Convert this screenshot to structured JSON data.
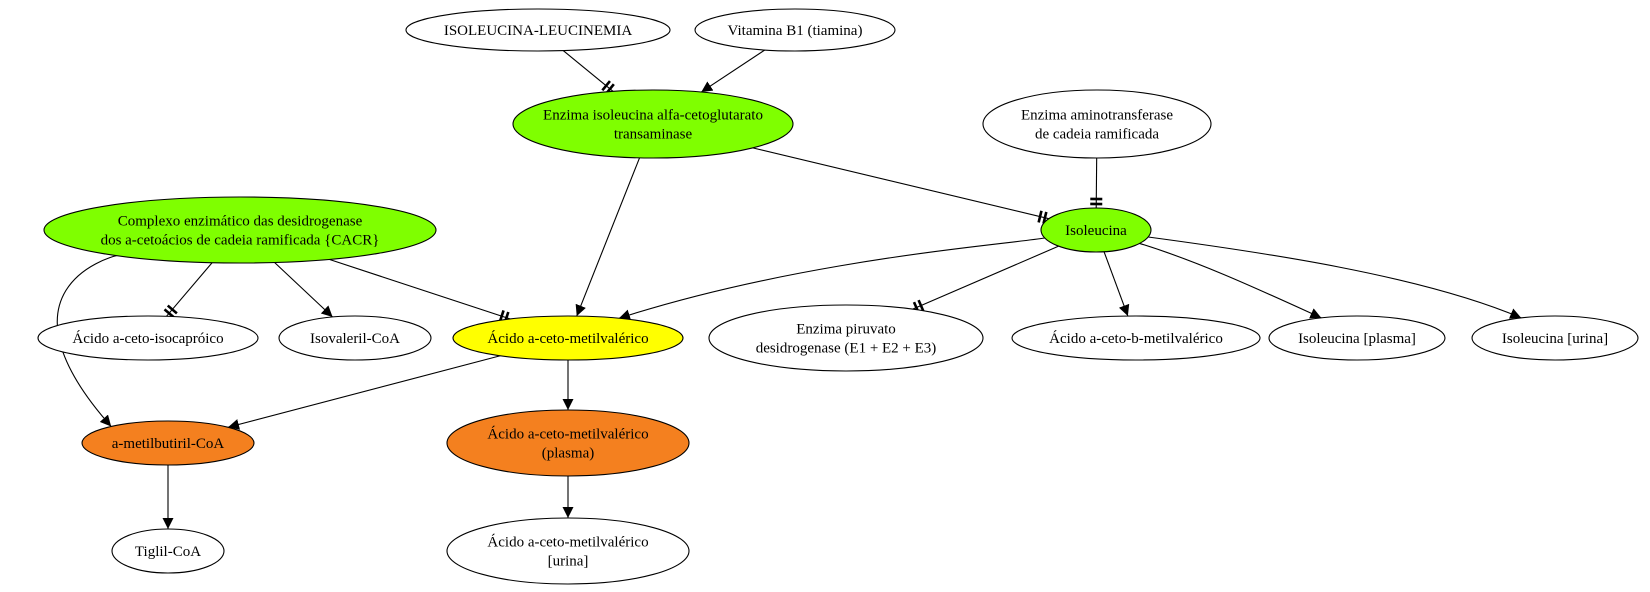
{
  "colors": {
    "white": "#ffffff",
    "green": "#7fff00",
    "yellow": "#ffff00",
    "orange": "#f4801f",
    "stroke": "#000000"
  },
  "nodes": {
    "isoleucina_leucinemia": {
      "lines": [
        "ISOLEUCINA-LEUCINEMIA"
      ],
      "color": "white"
    },
    "vitamina_b1": {
      "lines": [
        "Vitamina B1 (tiamina)"
      ],
      "color": "white"
    },
    "enzima_transaminase": {
      "lines": [
        "Enzima isoleucina alfa-cetoglutarato",
        "transaminase"
      ],
      "color": "green"
    },
    "enzima_aminotransferase": {
      "lines": [
        "Enzima aminotransferase",
        "de cadeia ramificada"
      ],
      "color": "white"
    },
    "complexo_enzimatico": {
      "lines": [
        "Complexo enzimático das desidrogenase",
        "dos a-cetoácios de cadeia ramificada {CACR}"
      ],
      "color": "green"
    },
    "isoleucina": {
      "lines": [
        "Isoleucina"
      ],
      "color": "green"
    },
    "acido_isocaproico": {
      "lines": [
        "Ácido a-ceto-isocapróico"
      ],
      "color": "white"
    },
    "isovaleril_coa": {
      "lines": [
        "Isovaleril-CoA"
      ],
      "color": "white"
    },
    "acido_metilvalerico": {
      "lines": [
        "Ácido a-ceto-metilvalérico"
      ],
      "color": "yellow"
    },
    "enzima_piruvato": {
      "lines": [
        "Enzima piruvato",
        "desidrogenase (E1 + E2 + E3)"
      ],
      "color": "white"
    },
    "acido_b_metilvalerico": {
      "lines": [
        "Ácido a-ceto-b-metilvalérico"
      ],
      "color": "white"
    },
    "isoleucina_plasma": {
      "lines": [
        "Isoleucina [plasma]"
      ],
      "color": "white"
    },
    "isoleucina_urina": {
      "lines": [
        "Isoleucina [urina]"
      ],
      "color": "white"
    },
    "metilbutiril_coa": {
      "lines": [
        "a-metilbutiril-CoA"
      ],
      "color": "orange"
    },
    "acido_metilvalerico_plasma": {
      "lines": [
        "Ácido a-ceto-metilvalérico",
        "(plasma)"
      ],
      "color": "orange"
    },
    "tiglil_coa": {
      "lines": [
        "Tiglil-CoA"
      ],
      "color": "white"
    },
    "acido_metilvalerico_urina": {
      "lines": [
        "Ácido a-ceto-metilvalérico",
        "[urina]"
      ],
      "color": "white"
    }
  },
  "edges": [
    {
      "from": "isoleucina_leucinemia",
      "to": "enzima_transaminase",
      "head": "tee"
    },
    {
      "from": "vitamina_b1",
      "to": "enzima_transaminase",
      "head": "arrow"
    },
    {
      "from": "enzima_transaminase",
      "to": "isoleucina",
      "head": "tee"
    },
    {
      "from": "enzima_transaminase",
      "to": "acido_metilvalerico",
      "head": "arrow"
    },
    {
      "from": "enzima_aminotransferase",
      "to": "isoleucina",
      "head": "tee"
    },
    {
      "from": "complexo_enzimatico",
      "to": "acido_isocaproico",
      "head": "tee"
    },
    {
      "from": "complexo_enzimatico",
      "to": "isovaleril_coa",
      "head": "arrow"
    },
    {
      "from": "complexo_enzimatico",
      "to": "acido_metilvalerico",
      "head": "tee"
    },
    {
      "from": "complexo_enzimatico",
      "to": "metilbutiril_coa",
      "head": "arrow"
    },
    {
      "from": "isoleucina",
      "to": "acido_metilvalerico",
      "head": "arrow"
    },
    {
      "from": "isoleucina",
      "to": "enzima_piruvato",
      "head": "tee"
    },
    {
      "from": "isoleucina",
      "to": "acido_b_metilvalerico",
      "head": "arrow"
    },
    {
      "from": "isoleucina",
      "to": "isoleucina_plasma",
      "head": "arrow"
    },
    {
      "from": "isoleucina",
      "to": "isoleucina_urina",
      "head": "arrow"
    },
    {
      "from": "acido_metilvalerico",
      "to": "metilbutiril_coa",
      "head": "arrow"
    },
    {
      "from": "acido_metilvalerico",
      "to": "acido_metilvalerico_plasma",
      "head": "arrow"
    },
    {
      "from": "metilbutiril_coa",
      "to": "tiglil_coa",
      "head": "arrow"
    },
    {
      "from": "acido_metilvalerico_plasma",
      "to": "acido_metilvalerico_urina",
      "head": "arrow"
    }
  ]
}
